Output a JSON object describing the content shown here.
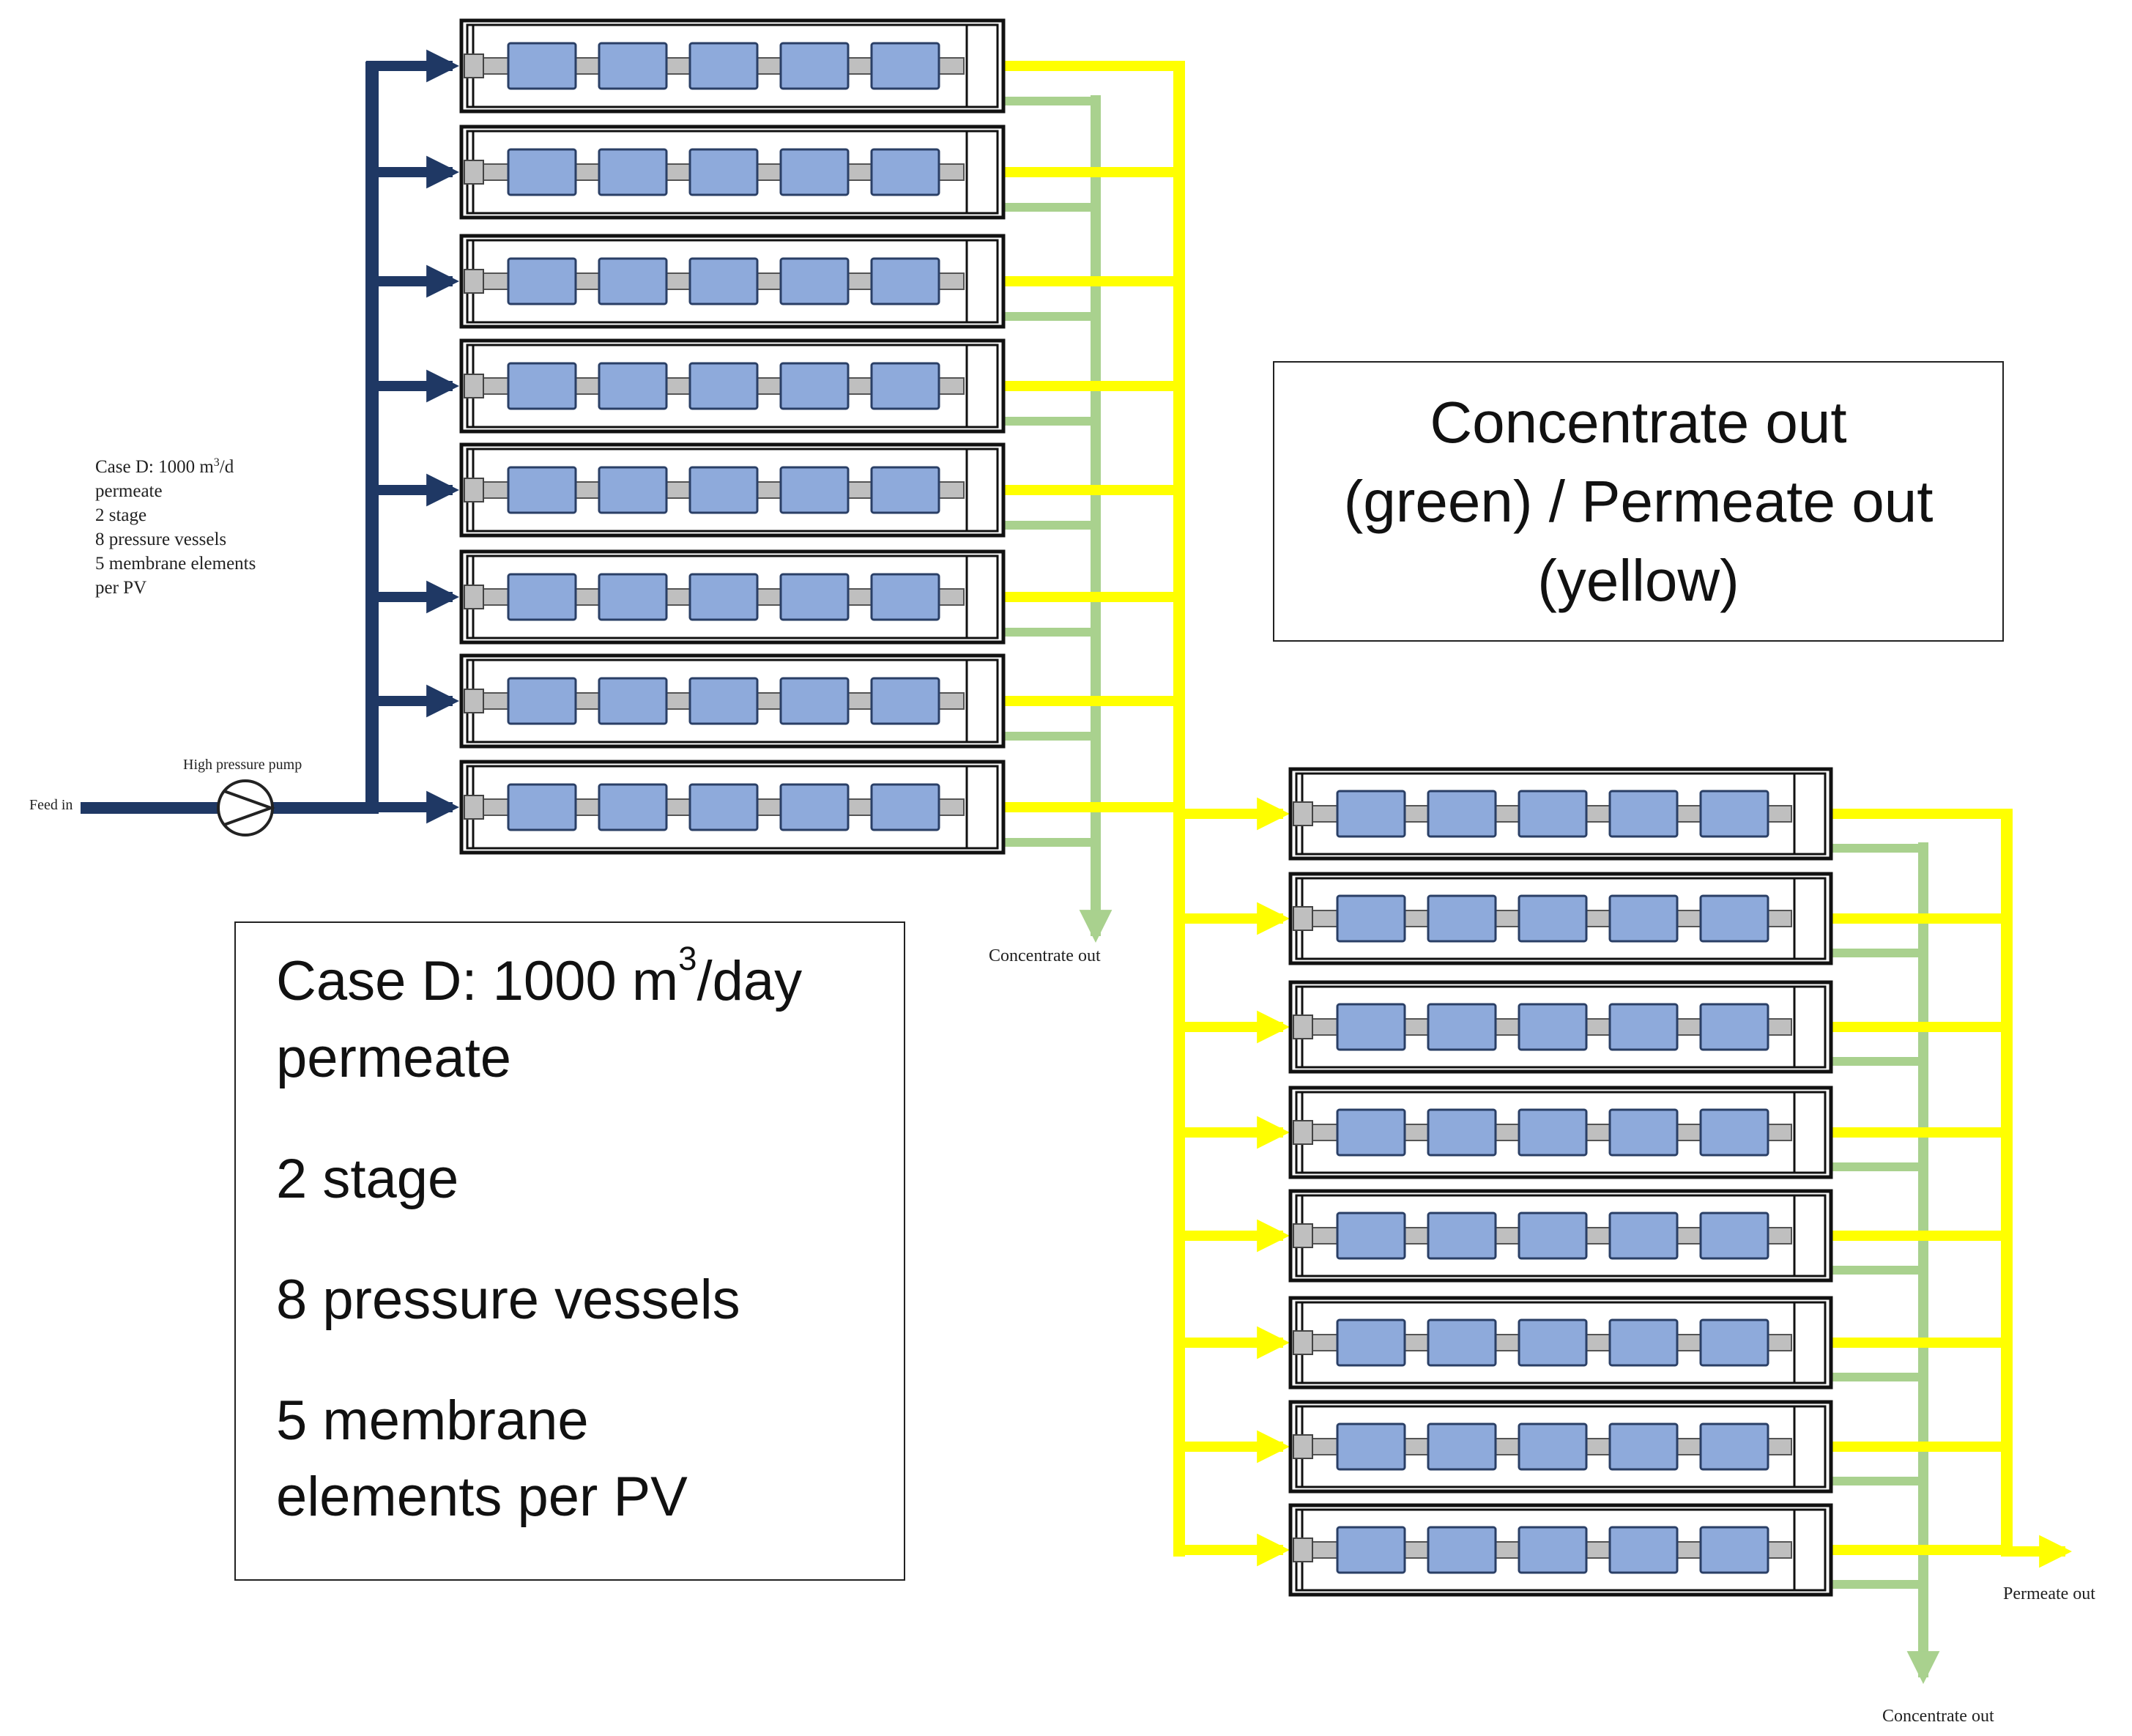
{
  "labels": {
    "feed_in": "Feed in",
    "high_pressure_pump": "High pressure pump",
    "concentrate_out_stage1": "Concentrate out",
    "concentrate_out_stage2": "Concentrate out",
    "permeate_out": "Permeate out"
  },
  "small_note": {
    "line1_prefix": "Case D: 1000 m",
    "line1_sup": "3",
    "line1_suffix": "/d",
    "line2": "permeate",
    "line3": "2 stage",
    "line4": "8 pressure vessels",
    "line5": "5 membrane elements",
    "line6": "per PV"
  },
  "legend": {
    "line1": "Concentrate out",
    "line2": "(green) / Permeate out",
    "line3": "(yellow)"
  },
  "info": {
    "case_prefix": "Case D: 1000 m",
    "case_sup": "3",
    "case_suffix": "/day",
    "case_line2": "permeate",
    "stages": "2 stage",
    "vessels": "8 pressure  vessels",
    "elements_line1": "5 membrane",
    "elements_line2": "elements  per PV"
  },
  "colors": {
    "feed_line": "#1f3864",
    "permeate_line": "#ffff00",
    "concentrate_line": "#a9d18e",
    "membrane_element": "#8eaadb",
    "connector": "#bfbfbf"
  },
  "stage1_vessels": 8,
  "stage2_vessels": 8,
  "elements_per_vessel": 5
}
